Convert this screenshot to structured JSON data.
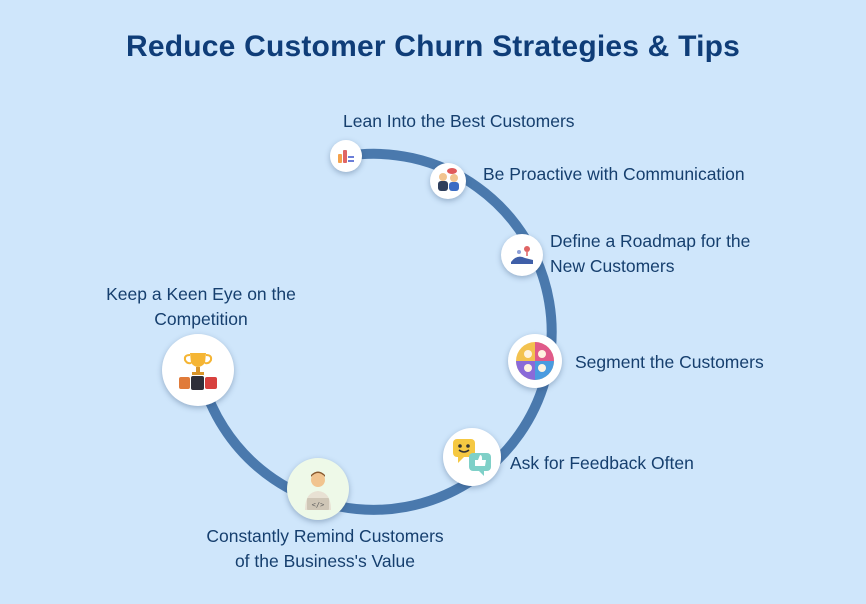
{
  "title": "Reduce Customer Churn Strategies & Tips",
  "colors": {
    "background": "#cfe6fb",
    "ring": "#4a79ad",
    "title": "#0f3d78",
    "label": "#163f6e"
  },
  "steps": [
    {
      "label": "Lean Into the Best Customers",
      "icon": "chart-document-icon"
    },
    {
      "label": "Be Proactive with Communication",
      "icon": "people-talking-icon"
    },
    {
      "label_line1": "Define a Roadmap for the",
      "label_line2": "New Customers",
      "icon": "roadmap-shoe-icon"
    },
    {
      "label": "Segment the Customers",
      "icon": "customer-segments-icon"
    },
    {
      "label": "Ask for Feedback Often",
      "icon": "feedback-chat-icon"
    },
    {
      "label_line1": "Constantly Remind Customers",
      "label_line2": "of the Business's Value",
      "icon": "developer-person-icon"
    },
    {
      "label_line1": "Keep a Keen Eye on the",
      "label_line2": "Competition",
      "icon": "trophy-competitors-icon"
    }
  ]
}
